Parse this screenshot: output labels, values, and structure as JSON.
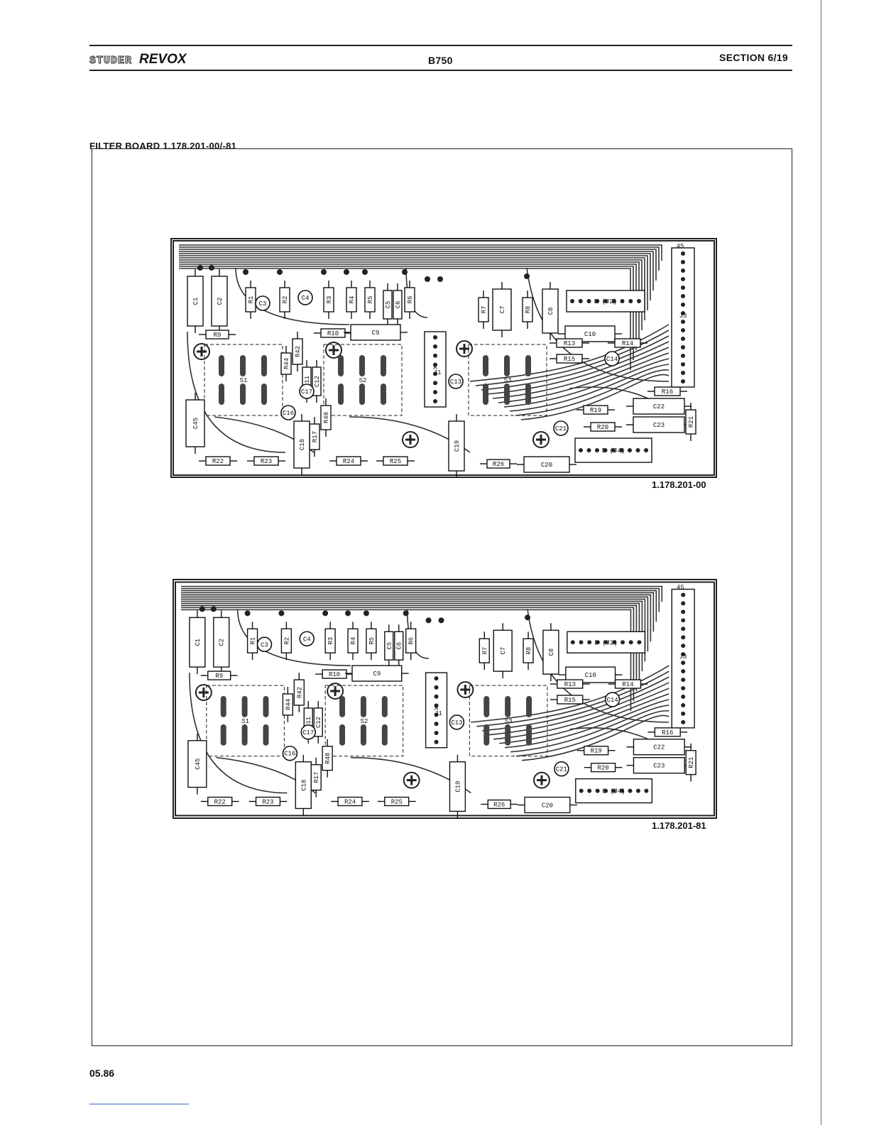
{
  "header": {
    "brand_studer": "STUDER",
    "brand_revox": "REVOX",
    "model": "B750",
    "section": "SECTION 6/19"
  },
  "section_title": "FILTER BOARD 1.178.201-00/-81",
  "boards": [
    {
      "caption": "1.178.201-00",
      "components": [
        "C1",
        "C2",
        "R1",
        "C3",
        "R2",
        "C4",
        "R3",
        "R4",
        "R5",
        "C5",
        "C6",
        "R6",
        "R7",
        "C7",
        "R8",
        "C8",
        "B (J2)",
        "R9",
        "R10",
        "C9",
        "C10",
        "R13",
        "R14",
        "R15",
        "C14",
        "S1",
        "R44",
        "R42",
        "C11",
        "C12",
        "C13",
        "S2",
        "A",
        "J1",
        "S3",
        "C17",
        "C16",
        "C45",
        "R48",
        "R17",
        "C18",
        "C19",
        "R16",
        "C22",
        "C23",
        "R21",
        "R19",
        "C21",
        "R20",
        "D (J4)",
        "R22",
        "R23",
        "R24",
        "R25",
        "R26",
        "C20",
        "J3",
        "45"
      ]
    },
    {
      "caption": "1.178.201-81",
      "components": [
        "C1",
        "C2",
        "R1",
        "C3",
        "R2",
        "C4",
        "R3",
        "R4",
        "R5",
        "C5",
        "C6",
        "R6",
        "R7",
        "C7",
        "R8",
        "C8",
        "B (J2)",
        "R9",
        "R10",
        "C9",
        "C10",
        "R13",
        "R14",
        "R15",
        "C14",
        "S1",
        "R44",
        "R42",
        "C11",
        "C12",
        "C13",
        "S2",
        "A",
        "J1",
        "S3",
        "C17",
        "C16",
        "C45",
        "R48",
        "R17",
        "C18",
        "C19",
        "R16",
        "C22",
        "C23",
        "R21",
        "R19",
        "C21",
        "R20",
        "D (J4)",
        "R22",
        "R23",
        "R24",
        "R25",
        "R26",
        "C20",
        "J3",
        "45"
      ]
    }
  ],
  "footer": {
    "date": "05.86"
  }
}
